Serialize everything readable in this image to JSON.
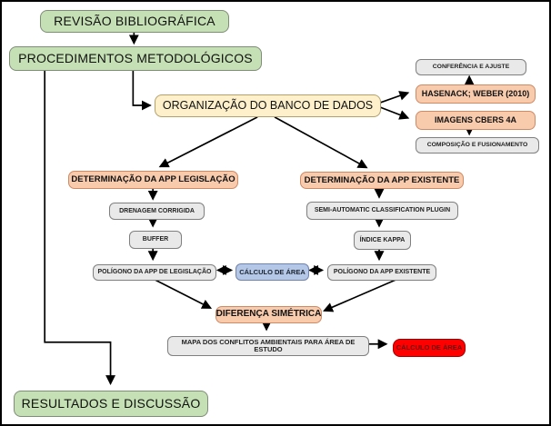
{
  "diagram": {
    "description": "Methodology flowchart (Portuguese) for APP conflict mapping",
    "background": "#ffffff",
    "frame_color": "#000000",
    "arrow_color": "#000000"
  },
  "colors": {
    "green_fill": "#c5e0b4",
    "yellow_fill": "#fdf0cb",
    "orange_fill": "#f8cbad",
    "gray_fill": "#e9e9e9",
    "blue_fill": "#b4c7e7",
    "red_fill": "#fe0000"
  },
  "nodes": {
    "revisao_bibliografica": {
      "label": "REVISÃO BIBLIOGRÁFICA",
      "fill": "#c5e0b4"
    },
    "procedimentos_metodologicos": {
      "label": "PROCEDIMENTOS METODOLÓGICOS",
      "fill": "#c5e0b4"
    },
    "organizacao_banco_dados": {
      "label": "ORGANIZAÇÃO DO BANCO DE DADOS",
      "fill": "#fdf0cb"
    },
    "conferencia_ajuste": {
      "label": "CONFERÊNCIA E AJUSTE",
      "fill": "#e9e9e9"
    },
    "hasenack_weber": {
      "label": "HASENACK; WEBER (2010)",
      "fill": "#f8cbad"
    },
    "imagens_cbers": {
      "label": "IMAGENS CBERS 4A",
      "fill": "#f8cbad"
    },
    "composicao_fusionamento": {
      "label": "COMPOSIÇÃO E FUSIONAMENTO",
      "fill": "#e9e9e9"
    },
    "determinacao_app_legislacao": {
      "label": "DETERMINAÇÃO DA APP LEGISLAÇÃO",
      "fill": "#f8cbad"
    },
    "determinacao_app_existente": {
      "label": "DETERMINAÇÃO DA APP EXISTENTE",
      "fill": "#f8cbad"
    },
    "drenagem_corrigida": {
      "label": "DRENAGEM CORRIGIDA",
      "fill": "#e9e9e9"
    },
    "semi_automatic_plugin": {
      "label": "SEMI-AUTOMATIC CLASSIFICATION PLUGIN",
      "fill": "#e9e9e9"
    },
    "buffer": {
      "label": "BUFFER",
      "fill": "#e9e9e9"
    },
    "indice_kappa": {
      "label": "ÍNDICE KAPPA",
      "fill": "#e9e9e9"
    },
    "poligono_app_legislacao": {
      "label": "POLÍGONO DA APP DE LEGISLAÇÃO",
      "fill": "#e9e9e9"
    },
    "calculo_de_area": {
      "label": "CÁLCULO DE ÁREA",
      "fill": "#b4c7e7"
    },
    "poligono_app_existente": {
      "label": "POLÍGONO DA APP EXISTENTE",
      "fill": "#e9e9e9"
    },
    "diferenca_simetrica": {
      "label": "DIFERENÇA SIMÉTRICA",
      "fill": "#f8cbad"
    },
    "mapa_conflitos": {
      "label": "MAPA DOS CONFLITOS AMBIENTAIS PARA ÁREA DE ESTUDO",
      "fill": "#e9e9e9"
    },
    "calculo_de_area_final": {
      "label": "CÁLCULO DE ÁREA",
      "fill": "#fe0000"
    },
    "resultados_discussao": {
      "label": "RESULTADOS E DISCUSSÃO",
      "fill": "#c5e0b4"
    }
  }
}
